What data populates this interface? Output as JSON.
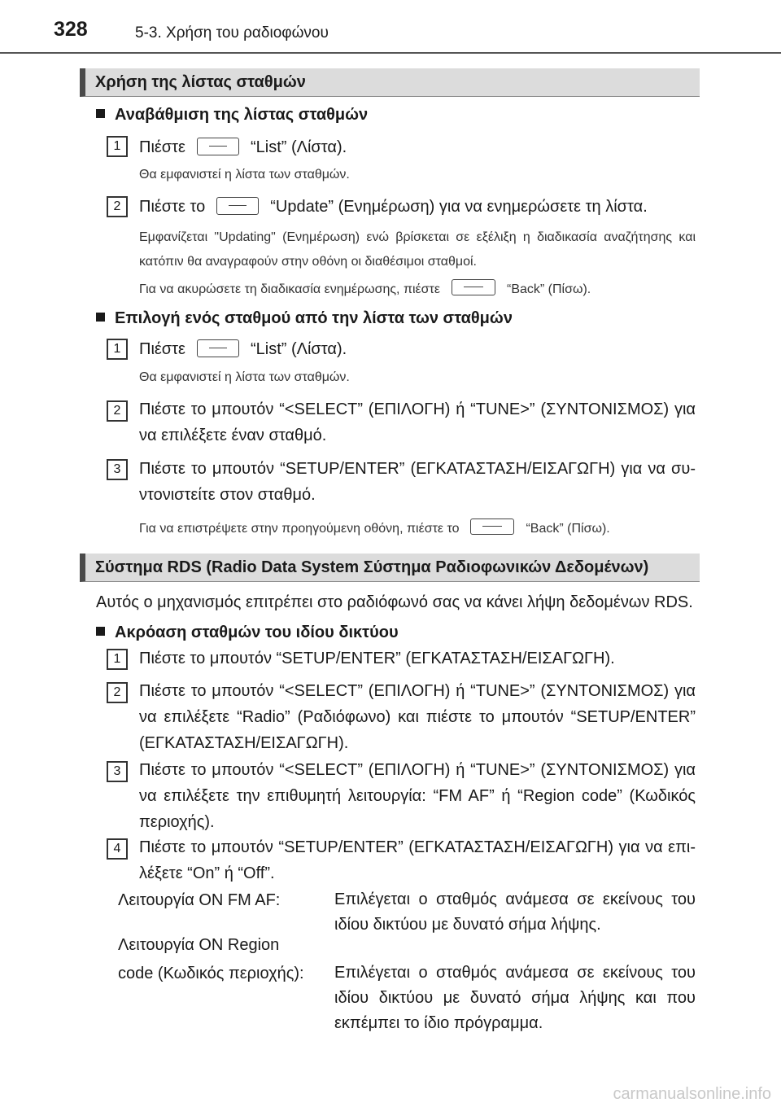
{
  "header": {
    "page_number": "328",
    "chapter": "5-3. Χρήση του ραδιοφώνου"
  },
  "section1": {
    "title": "Χρήση της λίστας σταθμών",
    "sub1": {
      "title": "Αναβάθμιση της λίστας σταθμών",
      "step1": {
        "num": "1",
        "pre": "Πιέστε",
        "post": "“List” (Λίστα).",
        "note": "Θα εμφανιστεί η λίστα των σταθμών."
      },
      "step2": {
        "num": "2",
        "pre": "Πιέστε το",
        "post": "“Update” (Ενημέρωση) για να ενημερώσετε τη λίστα.",
        "note1": "Εμφανίζεται \"Updating\" (Ενημέρωση) ενώ βρίσκεται σε εξέλιξη η διαδικασία αναζήτησης και κατόπιν θα αναγραφούν στην οθόνη οι διαθέσιμοι σταθμοί.",
        "note2_pre": "Για να ακυρώσετε τη διαδικασία ενημέρωσης, πιέστε",
        "note2_post": "“Back” (Πίσω)."
      }
    },
    "sub2": {
      "title": "Επιλογή ενός σταθμού από την λίστα των σταθμών",
      "step1": {
        "num": "1",
        "pre": "Πιέστε",
        "post": "“List” (Λίστα).",
        "note": "Θα εμφανιστεί η λίστα των σταθμών."
      },
      "step2": {
        "num": "2",
        "text": "Πιέστε το μπουτόν “<SELECT” (ΕΠΙΛΟΓΗ) ή “TUNE>” (ΣΥΝΤΟΝΙΣΜΟΣ) για να επιλέξετε έναν σταθμό."
      },
      "step3": {
        "num": "3",
        "text": "Πιέστε το μπουτόν “SETUP/ENTER” (ΕΓΚΑΤΑΣΤΑΣΗ/ΕΙΣΑΓΩΓΗ) για να συ-ντονιστείτε στον σταθμό.",
        "note_pre": "Για να επιστρέψετε στην προηγούμενη οθόνη, πιέστε το",
        "note_post": "“Back” (Πίσω)."
      }
    }
  },
  "section2": {
    "title": "Σύστημα RDS (Radio Data System Σύστημα Ραδιοφωνικών Δεδομένων)",
    "intro": "Αυτός ο μηχανισμός επιτρέπει στο ραδιόφωνό σας να κάνει λήψη δεδομένων RDS.",
    "sub1": {
      "title": "Ακρόαση σταθμών του ιδίου δικτύου",
      "step1": {
        "num": "1",
        "text": "Πιέστε το μπουτόν “SETUP/ENTER” (ΕΓΚΑΤΑΣΤΑΣΗ/ΕΙΣΑΓΩΓΗ)."
      },
      "step2": {
        "num": "2",
        "text": "Πιέστε το μπουτόν “<SELECT” (ΕΠΙΛΟΓΗ) ή “TUNE>” (ΣΥΝΤΟΝΙΣΜΟΣ) για να επιλέξετε “Radio” (Ραδιόφωνο) και πιέστε το μπουτόν “SETUP/ENTER” (ΕΓΚΑΤΑΣΤΑΣΗ/ΕΙΣΑΓΩΓΗ)."
      },
      "step3": {
        "num": "3",
        "text": "Πιέστε το μπουτόν “<SELECT” (ΕΠΙΛΟΓΗ) ή “TUNE>” (ΣΥΝΤΟΝΙΣΜΟΣ) για να επιλέξετε την επιθυμητή λειτουργία: “FM AF” ή “Region code” (Κωδικός περιοχής)."
      },
      "step4": {
        "num": "4",
        "text": "Πιέστε το μπουτόν “SETUP/ENTER” (ΕΓΚΑΤΑΣΤΑΣΗ/ΕΙΣΑΓΩΓΗ) για να επι-λέξετε “On” ή “Off”."
      },
      "definitions": [
        {
          "term": "Λειτουργία ON FM AF:",
          "desc": "Επιλέγεται ο σταθμός ανάμεσα σε εκείνους του ιδίου δικτύου με δυνατό σήμα λήψης."
        },
        {
          "term": "Λειτουργία ON Region",
          "term2": "code (Κωδικός περιοχής):",
          "desc": "Επιλέγεται ο σταθμός ανάμεσα σε εκείνους του ιδίου δικτύου με δυνατό σήμα λήψης και που εκπέμπει το ίδιο πρόγραμμα."
        }
      ]
    }
  },
  "watermark": "carmanualsonline.info"
}
